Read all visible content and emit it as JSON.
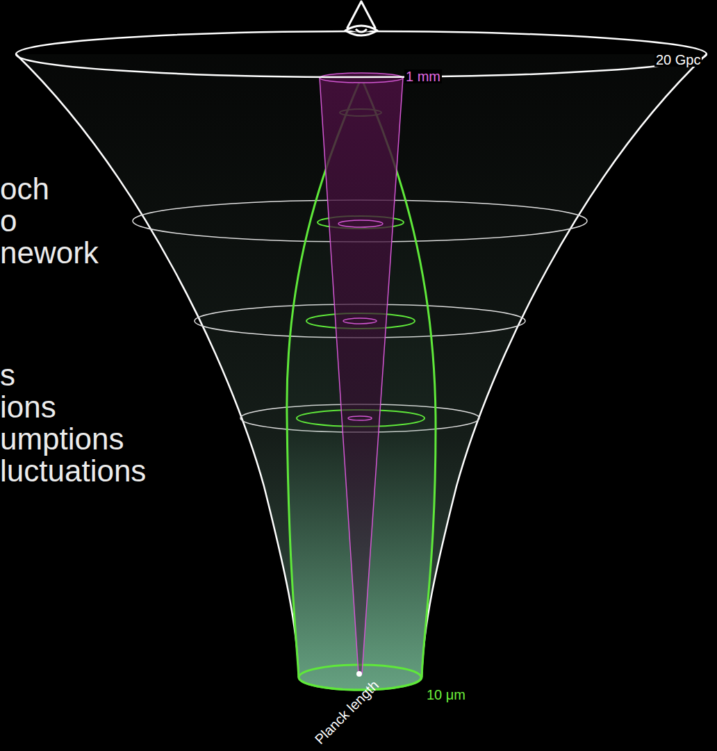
{
  "diagram": {
    "labels": [
      "och",
      "o",
      "nework",
      "s",
      "ions",
      "umptions",
      "luctuations",
      "20 Gpc",
      "1 mm",
      "10 μm",
      "Planck length"
    ]
  }
}
